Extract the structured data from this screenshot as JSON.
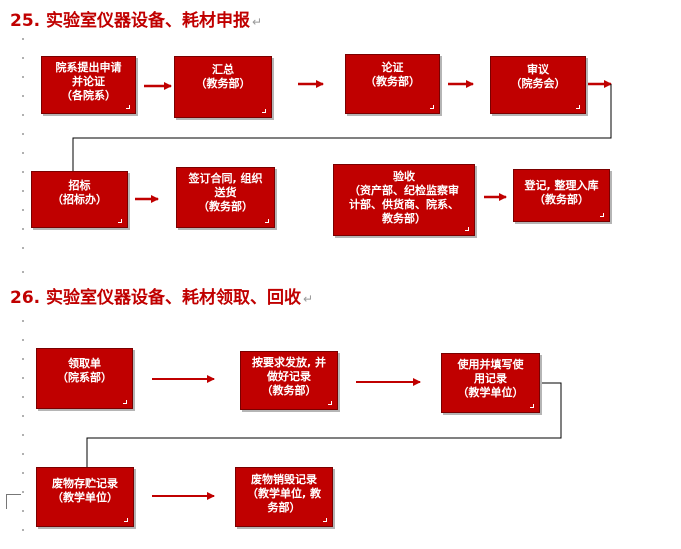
{
  "section1": {
    "title": "25. 实验室仪器设备、耗材申报",
    "steps": [
      {
        "lines": [
          "院系提出申请",
          "并论证",
          "（各院系）"
        ]
      },
      {
        "lines": [
          "汇总",
          "（教务部）"
        ]
      },
      {
        "lines": [
          "论证",
          "（教务部）"
        ]
      },
      {
        "lines": [
          "审议",
          "（院务会）"
        ]
      },
      {
        "lines": [
          "招标",
          "（招标办）"
        ]
      },
      {
        "lines": [
          "签订合同, 组织",
          "送货",
          "（教务部）"
        ]
      },
      {
        "lines": [
          "验收",
          "（资产部、纪检监察审",
          "计部、供货商、院系、",
          "教务部）"
        ]
      },
      {
        "lines": [
          "登记, 整理入库",
          "（教务部）"
        ]
      }
    ]
  },
  "section2": {
    "title": "26. 实验室仪器设备、耗材领取、回收",
    "steps": [
      {
        "lines": [
          "领取单",
          "（院系部）"
        ]
      },
      {
        "lines": [
          "按要求发放, 并",
          "做好记录",
          "（教务部）"
        ]
      },
      {
        "lines": [
          "使用并填写使",
          "用记录",
          "（教学单位）"
        ]
      },
      {
        "lines": [
          "废物存贮记录",
          "（教学单位）"
        ]
      },
      {
        "lines": [
          "废物销毁记录",
          "（教学单位, 教",
          "务部）"
        ]
      }
    ]
  },
  "colors": {
    "box_fill": "#c00000",
    "arrow": "#c00000",
    "connector": "#000000",
    "heading": "#c00000"
  }
}
